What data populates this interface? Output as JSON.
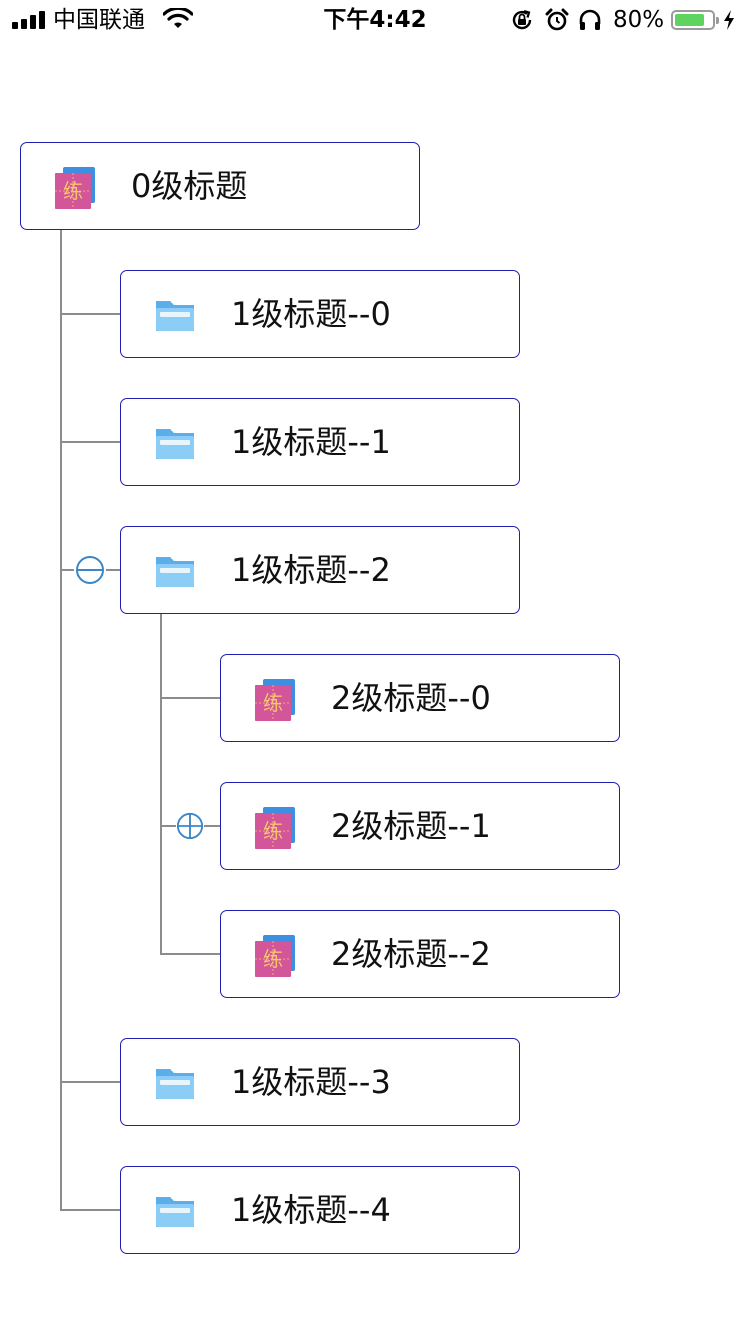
{
  "status_bar": {
    "carrier": "中国联通",
    "time": "下午4:42",
    "battery_pct": "80%",
    "battery_level": 0.8,
    "icons": [
      "signal-icon",
      "wifi-icon",
      "orientation-lock-icon",
      "alarm-icon",
      "headphones-icon",
      "battery-icon",
      "charging-bolt-icon"
    ]
  },
  "tree": {
    "root": {
      "label": "0级标题",
      "icon": "practice-book-icon"
    },
    "level1": [
      {
        "label": "1级标题--0",
        "icon": "folder-icon"
      },
      {
        "label": "1级标题--1",
        "icon": "folder-icon"
      },
      {
        "label": "1级标题--2",
        "icon": "folder-icon",
        "expanded": true,
        "toggle_icon": "collapse-minus-icon"
      },
      {
        "label": "1级标题--3",
        "icon": "folder-icon"
      },
      {
        "label": "1级标题--4",
        "icon": "folder-icon"
      }
    ],
    "level2": [
      {
        "label": "2级标题--0",
        "icon": "practice-book-icon"
      },
      {
        "label": "2级标题--1",
        "icon": "practice-book-icon",
        "expanded": false,
        "toggle_icon": "expand-plus-icon"
      },
      {
        "label": "2级标题--2",
        "icon": "practice-book-icon"
      }
    ],
    "book_glyph": "练"
  },
  "colors": {
    "node_border": "#1f1fb0",
    "connector": "#8c8c8c",
    "toggle": "#3b86c9",
    "folder": "#5aaeea",
    "book": "#d3559a",
    "book_back": "#3f8fe0",
    "book_glyph": "#f6c86a"
  }
}
